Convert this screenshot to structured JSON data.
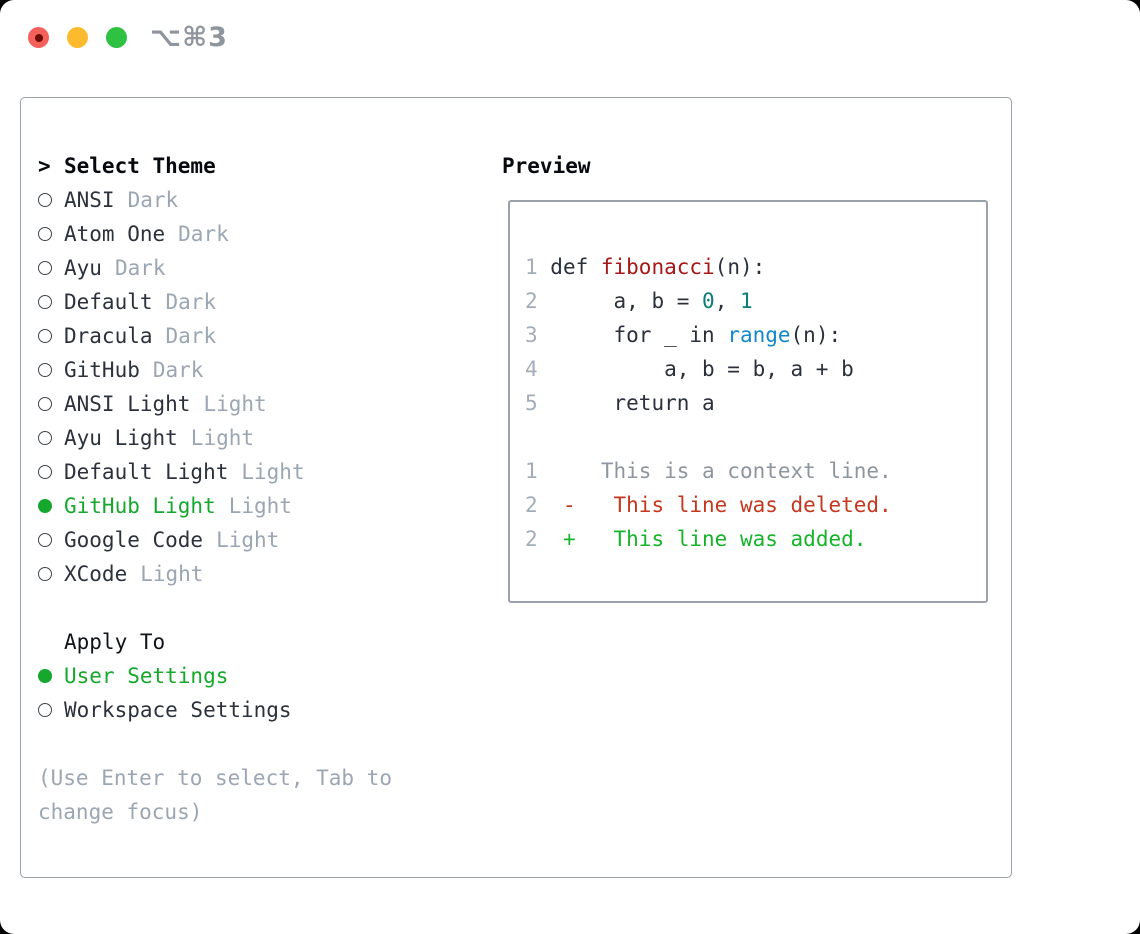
{
  "window": {
    "title": "⌥⌘3",
    "traffic_lights": {
      "close_color": "#f4605a",
      "minimize_color": "#fcbb2f",
      "zoom_color": "#2ec142"
    }
  },
  "colors": {
    "code": "#2a313b",
    "lineno": "#a3adb9",
    "function": "#a61717",
    "number": "#0c7d79",
    "builtin": "#1287cc",
    "context": "#8d959f",
    "deleted": "#c5371f",
    "added": "#17b42a",
    "selected_green": "#15a82c",
    "text_dark": "#2b323c",
    "muted": "#9ba6b3",
    "border": "#99a1ab"
  },
  "theme_panel": {
    "header": {
      "prompt": ">",
      "label": "Select Theme"
    },
    "themes": [
      {
        "name": "ANSI",
        "tag": "Dark",
        "selected": false
      },
      {
        "name": "Atom One",
        "tag": "Dark",
        "selected": false
      },
      {
        "name": "Ayu",
        "tag": "Dark",
        "selected": false
      },
      {
        "name": "Default",
        "tag": "Dark",
        "selected": false
      },
      {
        "name": "Dracula",
        "tag": "Dark",
        "selected": false
      },
      {
        "name": "GitHub",
        "tag": "Dark",
        "selected": false
      },
      {
        "name": "ANSI Light",
        "tag": "Light",
        "selected": false
      },
      {
        "name": "Ayu Light",
        "tag": "Light",
        "selected": false
      },
      {
        "name": "Default Light",
        "tag": "Light",
        "selected": false
      },
      {
        "name": "GitHub Light",
        "tag": "Light",
        "selected": true
      },
      {
        "name": "Google Code",
        "tag": "Light",
        "selected": false
      },
      {
        "name": "XCode",
        "tag": "Light",
        "selected": false
      }
    ],
    "apply_to": {
      "label": "Apply To",
      "options": [
        {
          "name": "User Settings",
          "selected": true
        },
        {
          "name": "Workspace Settings",
          "selected": false
        }
      ]
    },
    "hint_lines": [
      "(Use Enter to select, Tab to",
      "change focus)"
    ]
  },
  "preview": {
    "label": "Preview",
    "lines": [
      [],
      [
        {
          "t": "1",
          "c": "lineno"
        },
        {
          "t": " def ",
          "c": "code"
        },
        {
          "t": "fibonacci",
          "c": "function"
        },
        {
          "t": "(n):",
          "c": "code"
        }
      ],
      [
        {
          "t": "2",
          "c": "lineno"
        },
        {
          "t": "      a, b = ",
          "c": "code"
        },
        {
          "t": "0",
          "c": "number"
        },
        {
          "t": ", ",
          "c": "code"
        },
        {
          "t": "1",
          "c": "number"
        }
      ],
      [
        {
          "t": "3",
          "c": "lineno"
        },
        {
          "t": "      for _ in ",
          "c": "code"
        },
        {
          "t": "range",
          "c": "builtin"
        },
        {
          "t": "(n):",
          "c": "code"
        }
      ],
      [
        {
          "t": "4",
          "c": "lineno"
        },
        {
          "t": "          a, b = b, a + b",
          "c": "code"
        }
      ],
      [
        {
          "t": "5",
          "c": "lineno"
        },
        {
          "t": "      return a",
          "c": "code"
        }
      ],
      [],
      [
        {
          "t": "1",
          "c": "lineno"
        },
        {
          "t": "     ",
          "c": "code"
        },
        {
          "t": "This is a context line.",
          "c": "context"
        }
      ],
      [
        {
          "t": "2",
          "c": "lineno"
        },
        {
          "t": "  ",
          "c": "code"
        },
        {
          "t": "-   This line was deleted.",
          "c": "deleted"
        }
      ],
      [
        {
          "t": "2",
          "c": "lineno"
        },
        {
          "t": "  ",
          "c": "code"
        },
        {
          "t": "+   This line was added.",
          "c": "added"
        }
      ]
    ]
  }
}
